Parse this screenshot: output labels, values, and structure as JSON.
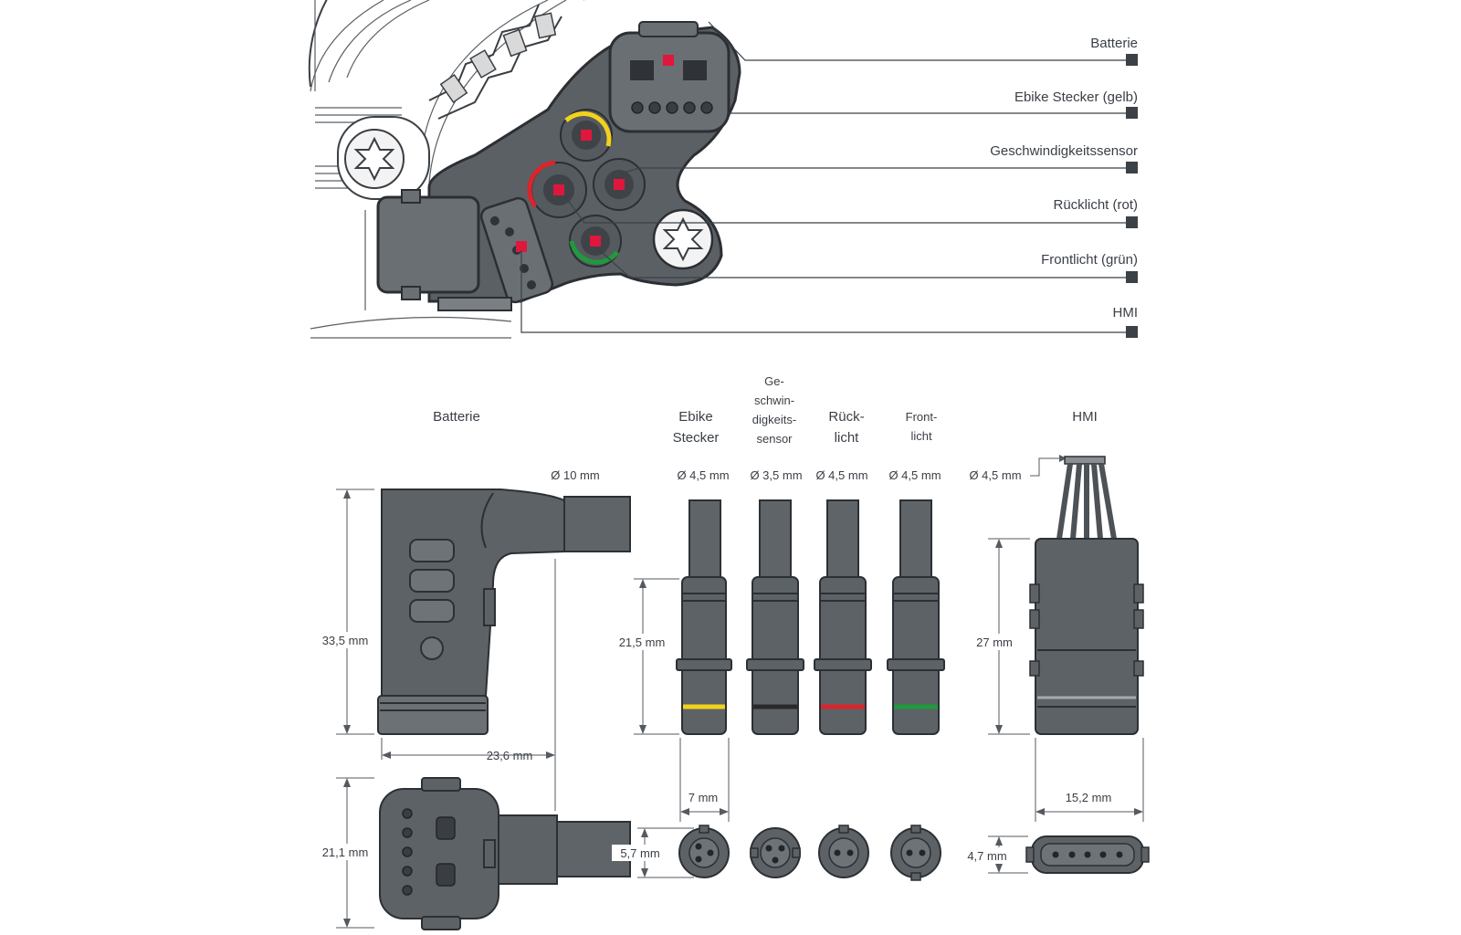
{
  "callouts": {
    "battery": "Batterie",
    "ebike": "Ebike Stecker (gelb)",
    "speed": "Geschwindigkeitssensor",
    "rear": "Rücklicht (rot)",
    "front": "Frontlicht (grün)",
    "hmi": "HMI"
  },
  "headings": {
    "battery": "Batterie",
    "ebike": [
      "Ebike",
      "Stecker"
    ],
    "speed": [
      "Ge-",
      "schwin-",
      "digkeits-",
      "sensor"
    ],
    "rear": [
      "Rück-",
      "licht"
    ],
    "front": [
      "Front-",
      "licht"
    ],
    "hmi": "HMI"
  },
  "dims": {
    "battery_dia": "Ø 10 mm",
    "ebike_dia": "Ø 4,5 mm",
    "speed_dia": "Ø 3,5 mm",
    "rear_dia": "Ø 4,5 mm",
    "front_dia": "Ø 4,5 mm",
    "hmi_dia": "Ø 4,5 mm",
    "battery_height": "33,5 mm",
    "battery_width": "23,6 mm",
    "battery_depth": "21,1 mm",
    "plug_length": "21,5 mm",
    "plug_width": "7 mm",
    "plug_face": "5,7 mm",
    "hmi_height": "27 mm",
    "hmi_width": "15,2 mm",
    "hmi_depth": "4,7 mm"
  },
  "colors": {
    "yellow_ring": "#f2d21b",
    "red_ring": "#d9252b",
    "green_ring": "#1f9a3c",
    "black_ring": "#2a2a2a",
    "marker_red": "#e0173c",
    "lead_square": "#3b4147"
  }
}
